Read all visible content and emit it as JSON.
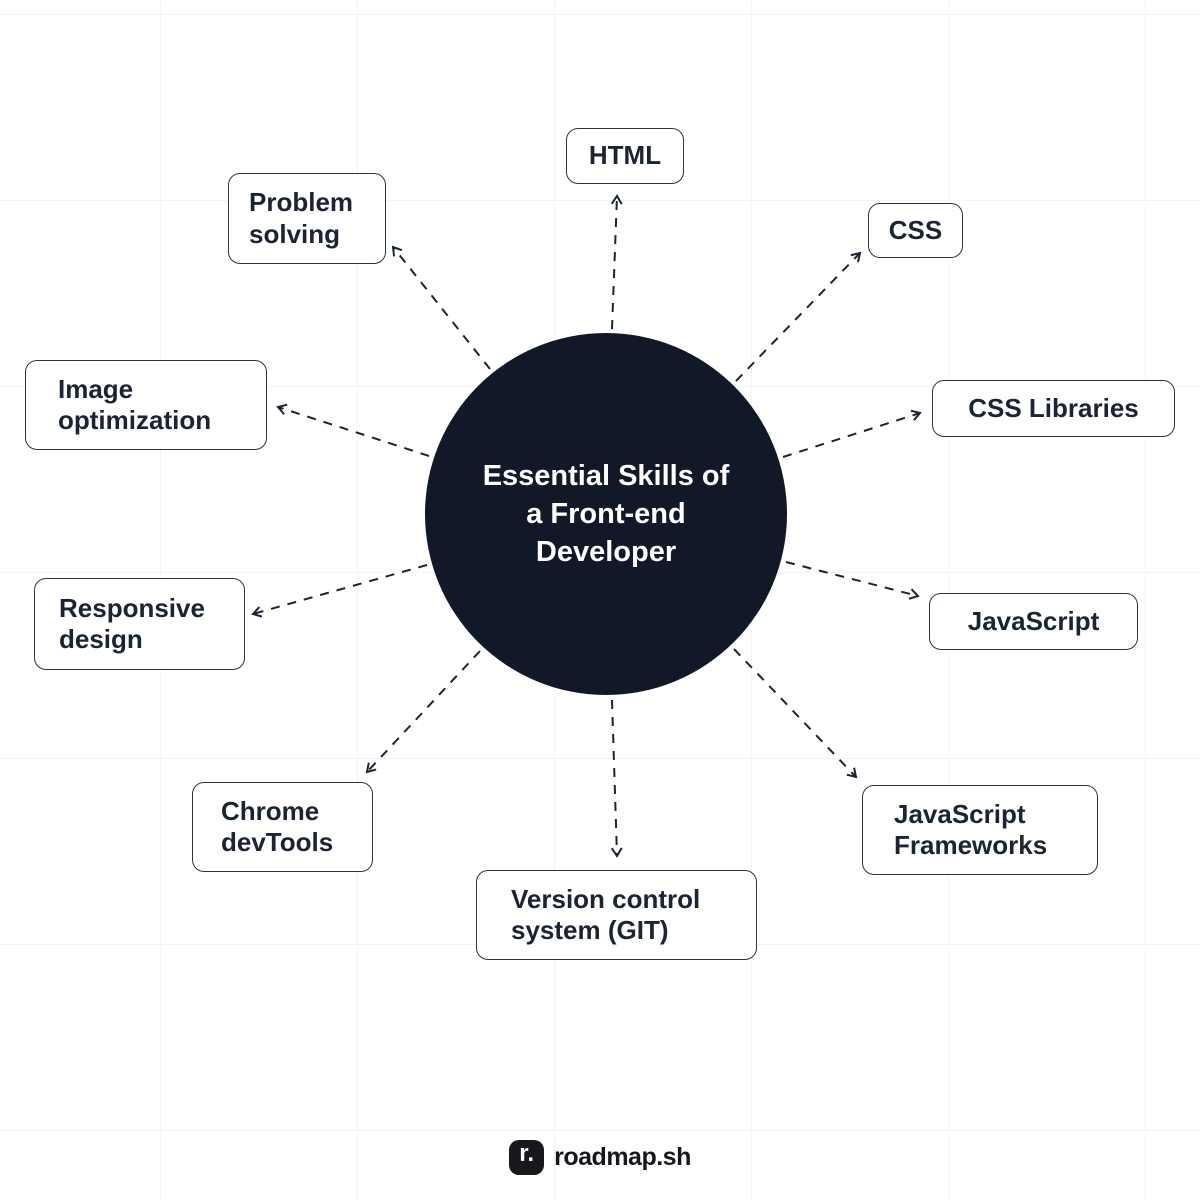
{
  "diagram": {
    "center_label": "Essential Skills of\na Front-end\nDeveloper",
    "nodes": [
      {
        "id": "html",
        "label": "HTML"
      },
      {
        "id": "css",
        "label": "CSS"
      },
      {
        "id": "css-libraries",
        "label": "CSS Libraries"
      },
      {
        "id": "javascript",
        "label": "JavaScript"
      },
      {
        "id": "javascript-frameworks",
        "label": "JavaScript\nFrameworks"
      },
      {
        "id": "version-control-system-git",
        "label": "Version control\nsystem (GIT)"
      },
      {
        "id": "chrome-devtools",
        "label": "Chrome\ndevTools"
      },
      {
        "id": "responsive-design",
        "label": "Responsive\ndesign"
      },
      {
        "id": "image-optimization",
        "label": "Image\noptimization"
      },
      {
        "id": "problem-solving",
        "label": "Problem\nsolving"
      }
    ]
  },
  "footer": {
    "logo_glyph": "r.",
    "brand": "roadmap.sh"
  },
  "colors": {
    "background": "#ffffff",
    "ink": "#1b2434",
    "circle_fill": "#111827",
    "box_border": "#2b3348",
    "grid_line": "#f3f4f6",
    "logo_bg": "#17181c"
  }
}
